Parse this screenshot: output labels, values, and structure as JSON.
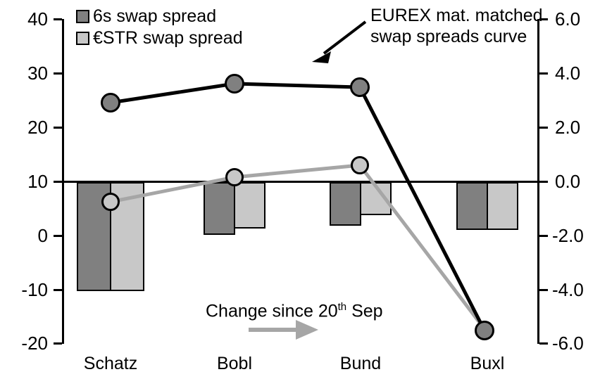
{
  "chart_data": {
    "type": "bar",
    "title": "",
    "xlabel": "",
    "categories": [
      "Schatz",
      "Bobl",
      "Bund",
      "Buxl"
    ],
    "grid": false,
    "legend_position": "top-left",
    "left_axis": {
      "label": "",
      "ticks": [
        "40",
        "30",
        "20",
        "10",
        "0",
        "-10",
        "-20"
      ],
      "values": [
        40,
        30,
        20,
        10,
        0,
        -10,
        -20
      ],
      "ylim": [
        -20,
        40
      ]
    },
    "right_axis": {
      "label": "",
      "ticks": [
        "6.0",
        "4.0",
        "2.0",
        "0.0",
        "-2.0",
        "-4.0",
        "-6.0"
      ],
      "values": [
        6.0,
        4.0,
        2.0,
        0.0,
        -2.0,
        -4.0,
        -6.0
      ],
      "ylim": [
        -6.0,
        6.0
      ]
    },
    "series": [
      {
        "name": "6s swap spread",
        "type": "bar",
        "axis": "right",
        "color": "#808080",
        "values": [
          -4.0,
          -1.9,
          -1.6,
          -1.75
        ]
      },
      {
        "name": "€STR swap spread",
        "type": "bar",
        "axis": "right",
        "color": "#c8c8c8",
        "values": [
          -4.0,
          -1.7,
          -1.2,
          -1.75
        ]
      },
      {
        "name": "EUREX mat. matched swap spreads curve",
        "type": "line",
        "axis": "left",
        "color": "#000000",
        "marker_fill": "#808080",
        "values": [
          24.5,
          28.0,
          27.3,
          -18.0
        ]
      },
      {
        "name": "Change since 20th Sep",
        "type": "line",
        "axis": "right",
        "color": "#a6a6a6",
        "marker_fill": "#c8c8c8",
        "values": [
          -0.75,
          0.15,
          0.6,
          -5.6
        ]
      }
    ]
  },
  "legend": {
    "items": [
      {
        "label": "6s swap spread",
        "color": "#808080"
      },
      {
        "label": "€STR swap spread",
        "color": "#c8c8c8"
      }
    ]
  },
  "annotations": {
    "curve_callout_line1": "EUREX mat. matched",
    "curve_callout_line2": "swap spreads curve",
    "change_note_prefix": "Change since 20",
    "change_note_sup": "th",
    "change_note_suffix": " Sep"
  }
}
